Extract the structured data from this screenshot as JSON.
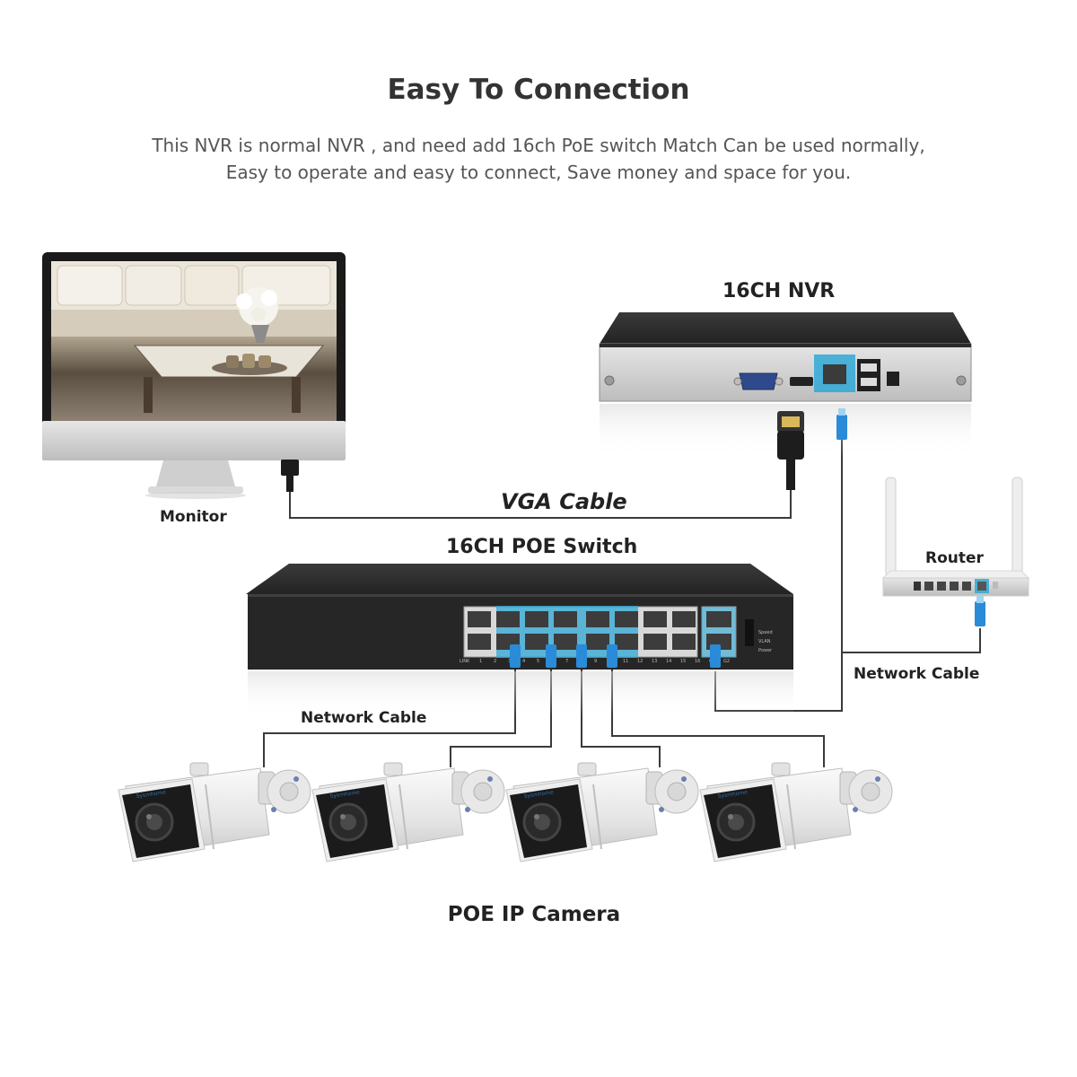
{
  "header": {
    "title": "Easy To Connection",
    "description_line1": "This NVR is normal NVR , and need add 16ch PoE switch Match Can be used normally,",
    "description_line2": "Easy to operate and easy to connect,   Save money and space for you."
  },
  "devices": {
    "monitor": "Monitor",
    "nvr": "16CH NVR",
    "switch": "16CH POE Switch",
    "router": "Router",
    "cameras": "POE IP Camera"
  },
  "cables": {
    "vga": "VGA Cable",
    "network_right": "Network Cable",
    "network_left": "Network Cable"
  },
  "switch_panel": {
    "port_labels": [
      "LINK",
      "1",
      "2",
      "3",
      "4",
      "5",
      "6",
      "7",
      "8",
      "9",
      "10",
      "11",
      "12",
      "13",
      "14",
      "15",
      "16",
      "G1",
      "G2"
    ],
    "indicator_labels": [
      "Speed",
      "VLAN",
      "Power"
    ]
  },
  "camera_brand": "Sysmhome",
  "colors": {
    "cable": "#3a3a3a",
    "poe_highlight": "#2fa8d6",
    "device_body": "#2b2b2b"
  }
}
